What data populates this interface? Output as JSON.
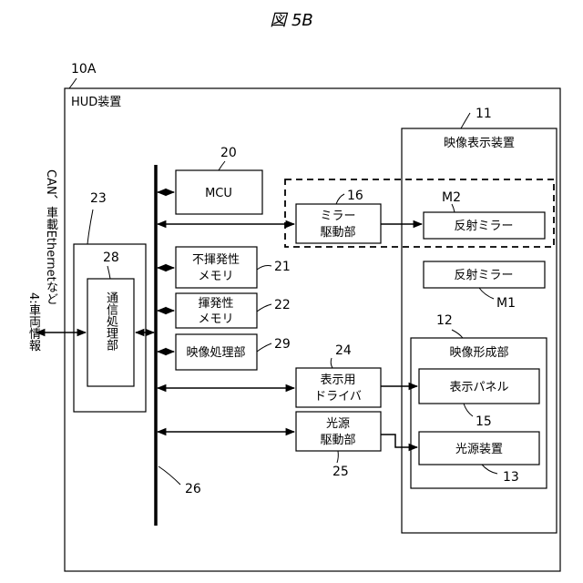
{
  "figure": {
    "title": "図 5B"
  },
  "outer": {
    "ref": "10A",
    "label": "HUD装置"
  },
  "video_display": {
    "ref": "11",
    "label": "映像表示装置"
  },
  "image_forming": {
    "ref": "12",
    "label": "映像形成部"
  },
  "comm_unit": {
    "ref": "23",
    "inner_ref": "28",
    "label": "通信処理部"
  },
  "blocks": {
    "mcu": {
      "ref": "20",
      "label": "MCU"
    },
    "nonvolatile": {
      "ref": "21",
      "line1": "不揮発性",
      "line2": "メモリ"
    },
    "volatile": {
      "ref": "22",
      "line1": "揮発性",
      "line2": "メモリ"
    },
    "video_proc": {
      "ref": "29",
      "label": "映像処理部"
    },
    "mirror_drive": {
      "ref": "16",
      "line1": "ミラー",
      "line2": "駆動部"
    },
    "display_driver": {
      "ref": "24",
      "line1": "表示用",
      "line2": "ドライバ"
    },
    "light_drive": {
      "ref": "25",
      "line1": "光源",
      "line2": "駆動部"
    },
    "mirror_m2": {
      "ref": "M2",
      "label": "反射ミラー"
    },
    "mirror_m1": {
      "ref": "M1",
      "label": "反射ミラー"
    },
    "display_panel": {
      "ref": "15",
      "label": "表示パネル"
    },
    "light_source": {
      "ref": "13",
      "label": "光源装置"
    }
  },
  "bus": {
    "ref": "26"
  },
  "external": {
    "vehicle_info": "4:車両情報",
    "network": "CAN、車載Ethernetなど"
  }
}
